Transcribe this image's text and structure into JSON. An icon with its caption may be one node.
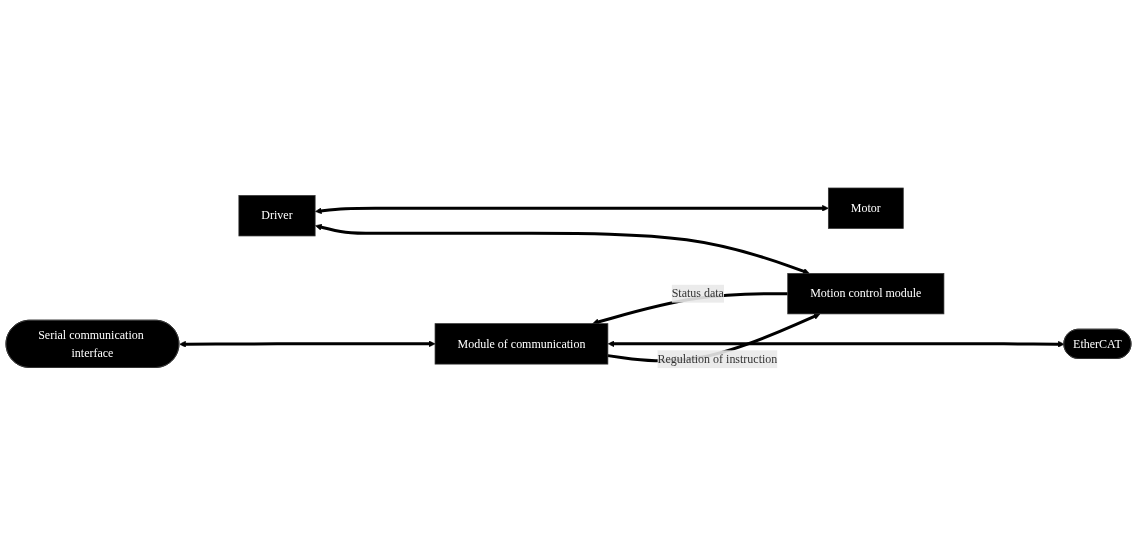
{
  "diagram": {
    "nodes": [
      {
        "text": [
          "Serial communication interface"
        ]
      },
      {
        "text": [
          "Module of communication"
        ]
      },
      {
        "text": [
          "Motion control module"
        ]
      },
      {
        "text": [
          "Driver"
        ]
      },
      {
        "text": [
          "Motor"
        ]
      },
      {
        "text": [
          "EtherCAT"
        ]
      }
    ],
    "edges": [
      {
        "from": 0,
        "to": 1,
        "arrow": "both"
      },
      {
        "from": 2,
        "to": 1,
        "arrow": "to",
        "label": "Status data"
      },
      {
        "from": 1,
        "to": 2,
        "arrow": "to",
        "label": "Regulation of instruction"
      },
      {
        "from": 3,
        "to": 2,
        "arrow": "both"
      },
      {
        "from": 3,
        "to": 4,
        "arrow": "both"
      },
      {
        "from": 1,
        "to": 5,
        "arrow": "both"
      }
    ]
  }
}
